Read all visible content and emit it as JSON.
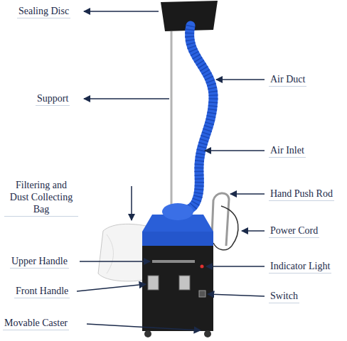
{
  "diagram": {
    "labels": [
      "Sealing Disc",
      "Air Duct",
      "Support",
      "Air Inlet",
      "Filtering and Dust Collecting Bag",
      "Hand Push Rod",
      "Power Cord",
      "Upper Handle",
      "Indicator Light",
      "Front Handle",
      "Switch",
      "Movable Caster"
    ]
  }
}
